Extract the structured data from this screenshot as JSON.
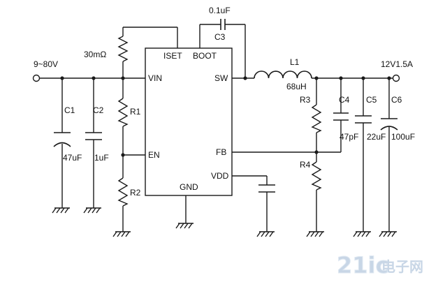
{
  "ic": {
    "pins": {
      "iset": "ISET",
      "boot": "BOOT",
      "vin": "VIN",
      "sw": "SW",
      "en": "EN",
      "fb": "FB",
      "vdd": "VDD",
      "gnd": "GND"
    }
  },
  "input": {
    "voltage": "9~80V"
  },
  "output": {
    "label": "12V1.5A"
  },
  "components": {
    "rsense": "30mΩ",
    "r1": "R1",
    "r2": "R2",
    "r3": "R3",
    "r4": "R4",
    "c1": {
      "name": "C1",
      "value": "47uF"
    },
    "c2": {
      "name": "C2",
      "value": "1uF"
    },
    "c3": {
      "name": "C3",
      "value": "0.1uF"
    },
    "c4": {
      "name": "C4",
      "value": "47pF"
    },
    "c5": {
      "name": "C5",
      "value": "22uF"
    },
    "c6": {
      "name": "C6",
      "value": "100uF"
    },
    "l1": {
      "name": "L1",
      "value": "68uH"
    }
  },
  "watermark": {
    "brand": "21ic",
    "cn": "电子网"
  },
  "colors": {
    "wire": "#1a1a1a",
    "watermark": "#c8d6e6"
  }
}
